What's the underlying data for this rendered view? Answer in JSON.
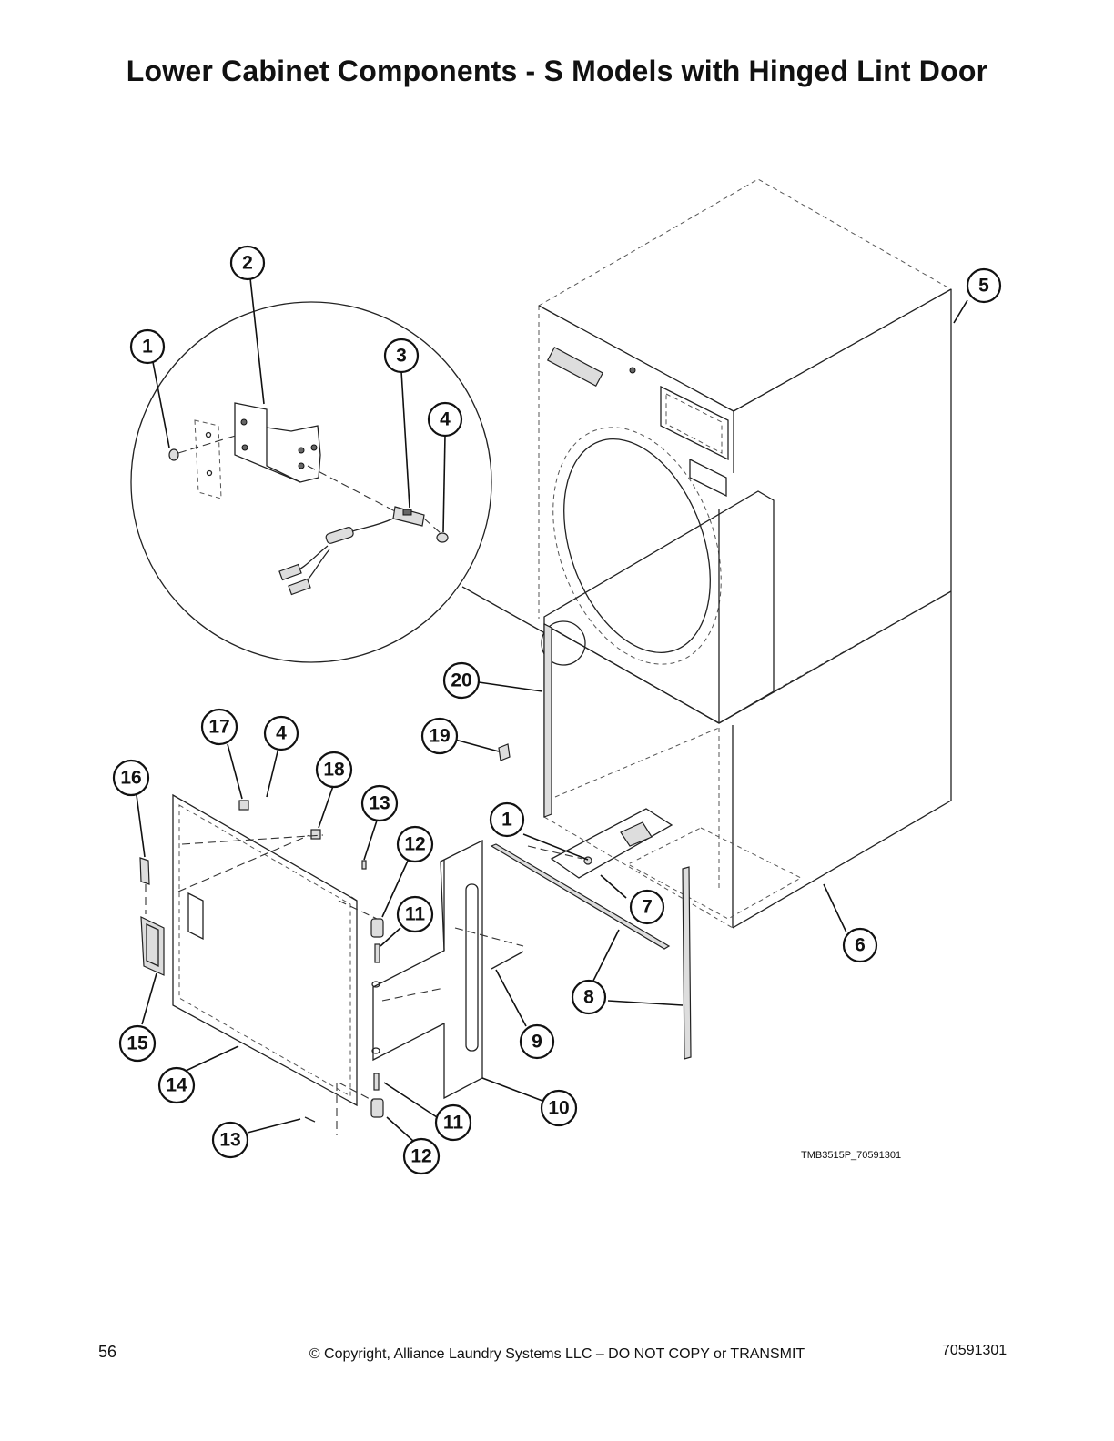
{
  "title": "Lower Cabinet Components - S Models with Hinged Lint Door",
  "figure_id": "TMB3515P_70591301",
  "footer": {
    "page_number": "56",
    "copyright": "© Copyright, Alliance Laundry Systems LLC – DO NOT COPY or TRANSMIT",
    "document_number": "70591301"
  },
  "callouts": {
    "c1a": "1",
    "c2": "2",
    "c3": "3",
    "c4a": "4",
    "c5": "5",
    "c20": "20",
    "c19": "19",
    "c17": "17",
    "c4b": "4",
    "c16": "16",
    "c18": "18",
    "c13a": "13",
    "c12a": "12",
    "c11a": "11",
    "c1b": "1",
    "c7": "7",
    "c6": "6",
    "c8": "8",
    "c9": "9",
    "c15": "15",
    "c14": "14",
    "c10": "10",
    "c11b": "11",
    "c13b": "13",
    "c12b": "12"
  }
}
